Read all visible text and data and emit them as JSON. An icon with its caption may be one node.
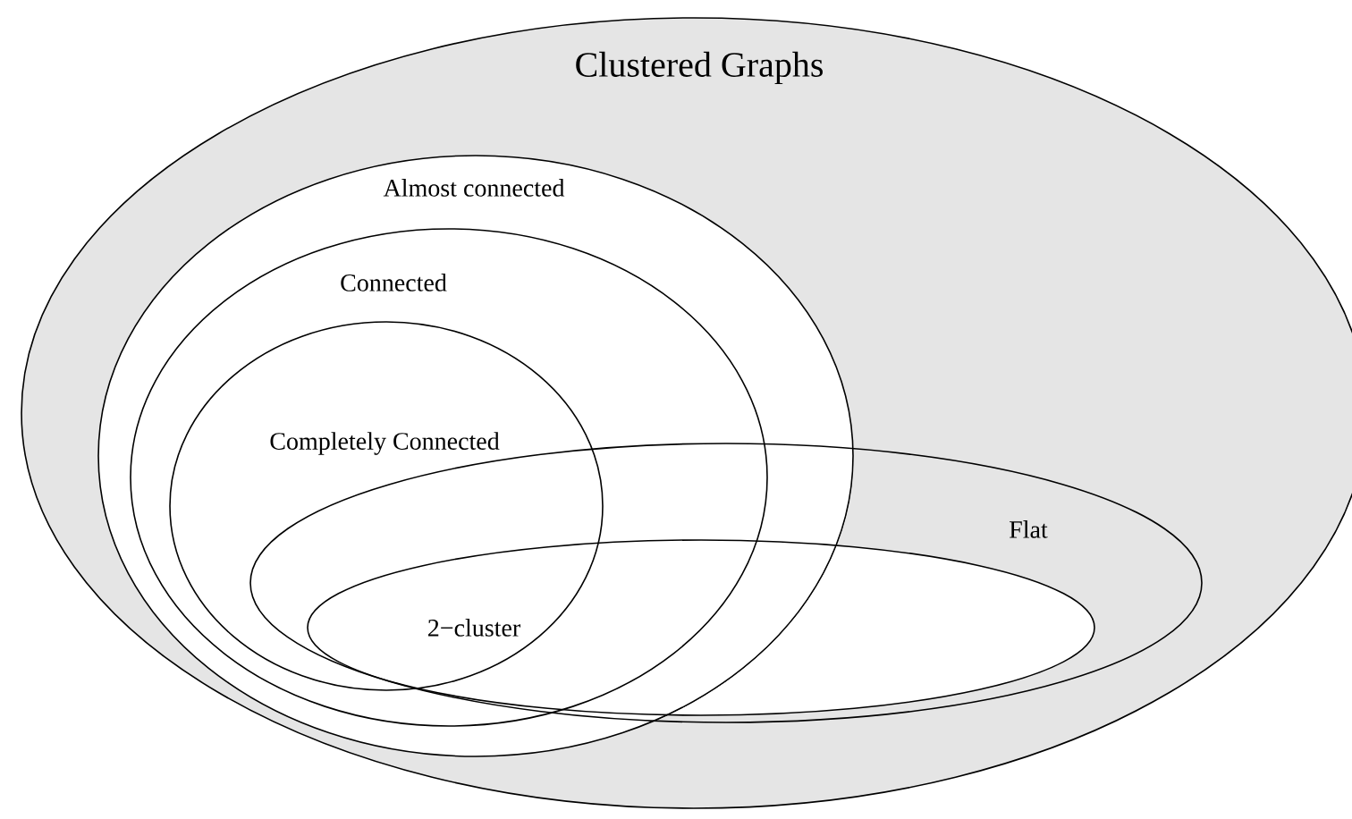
{
  "diagram": {
    "nodes": [
      {
        "text": [
          "Clustered Graphs"
        ]
      },
      {
        "text": [
          "Almost connected"
        ],
        "in": 0
      },
      {
        "text": [
          "Connected"
        ],
        "in": 1
      },
      {
        "text": [
          "Completely Connected"
        ],
        "in": 2
      },
      {
        "text": [
          "Flat"
        ],
        "in": 0
      },
      {
        "text": [
          "2−cluster"
        ],
        "in": 4
      }
    ]
  }
}
